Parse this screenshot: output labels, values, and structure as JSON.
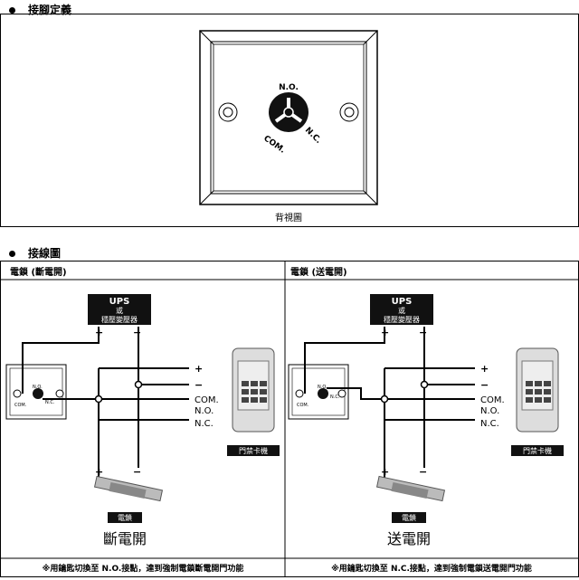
{
  "section1": {
    "title": "接腳定義",
    "back_view_caption": "背視圖",
    "pins": {
      "no": "N.O.",
      "com": "COM.",
      "nc": "N.C."
    }
  },
  "section2": {
    "title": "接線圖",
    "left": {
      "header": "電鎖 (斷電開)",
      "result": "斷電開",
      "footer": "※用鑰匙切換至 N.O.接點，達到強制電鎖斷電開門功能"
    },
    "right": {
      "header": "電鎖 (送電開)",
      "result": "送電開",
      "footer": "※用鑰匙切換至 N.C.接點，達到強制電鎖送電開門功能"
    },
    "ups_label_1": "UPS",
    "ups_label_2": "或",
    "ups_label_3": "穩壓變壓器",
    "plus": "+",
    "minus": "−",
    "term_com": "COM.",
    "term_no": "N.O.",
    "term_nc": "N.C.",
    "reader_label": "門禁卡機",
    "lock_label": "電鎖"
  }
}
